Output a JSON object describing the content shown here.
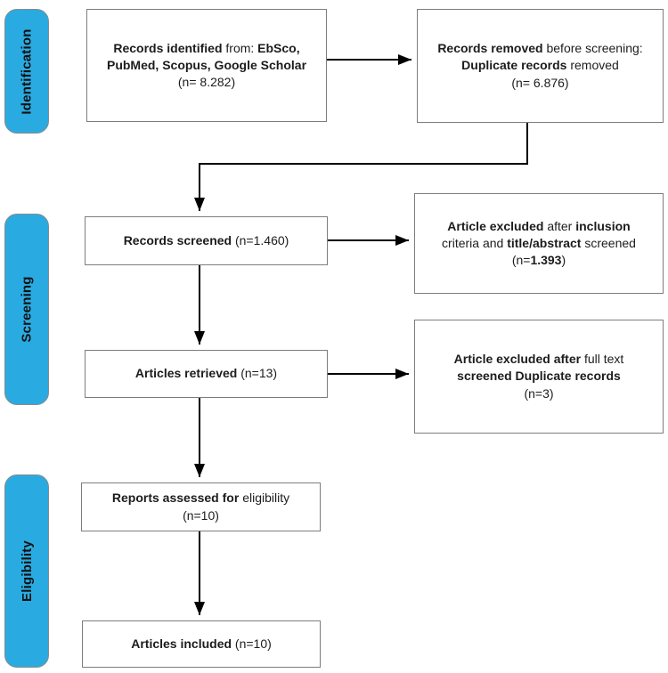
{
  "palette": {
    "stage_bar_blue": "#29ABE2",
    "box_border_gray": "#7d7d7d",
    "arrow_black": "#000000"
  },
  "stages": [
    {
      "label": "Identification"
    },
    {
      "label": "Screening"
    },
    {
      "label": "Eligibility"
    }
  ],
  "boxes": {
    "records_identified": {
      "runs": [
        {
          "t": "Records identified ",
          "b": true
        },
        {
          "t": "from: ",
          "b": false
        },
        {
          "t": "EbSco,\nPubMed, Scopus, Google Scholar",
          "b": true
        },
        {
          "t": "\n(n= 8.282)",
          "b": false
        }
      ]
    },
    "records_removed": {
      "runs": [
        {
          "t": "Records removed ",
          "b": true
        },
        {
          "t": "before screening:\n",
          "b": false
        },
        {
          "t": "Duplicate records ",
          "b": true
        },
        {
          "t": "removed",
          "b": false
        },
        {
          "t": "\n(n= 6.876)",
          "b": false
        }
      ]
    },
    "records_screened": {
      "runs": [
        {
          "t": "Records screened ",
          "b": true
        },
        {
          "t": "(n=1.460)",
          "b": false
        }
      ]
    },
    "excluded_title_abstract": {
      "runs": [
        {
          "t": "Article excluded ",
          "b": true
        },
        {
          "t": "after ",
          "b": false
        },
        {
          "t": "inclusion",
          "b": true
        },
        {
          "t": "\ncriteria and ",
          "b": false
        },
        {
          "t": "title/abstract ",
          "b": true
        },
        {
          "t": "screened",
          "b": false
        },
        {
          "t": "\n(n=",
          "b": false
        },
        {
          "t": "1.393",
          "b": true
        },
        {
          "t": ")",
          "b": false
        }
      ]
    },
    "articles_retrieved": {
      "runs": [
        {
          "t": "Articles retrieved ",
          "b": true
        },
        {
          "t": "(n=13)",
          "b": false
        }
      ]
    },
    "excluded_full_text": {
      "runs": [
        {
          "t": "Article excluded after ",
          "b": true
        },
        {
          "t": "full text",
          "b": false
        },
        {
          "t": "\n",
          "b": false
        },
        {
          "t": "screened Duplicate records",
          "b": true
        },
        {
          "t": "\n(n=3)",
          "b": false
        }
      ]
    },
    "reports_assessed": {
      "runs": [
        {
          "t": "Reports assessed for ",
          "b": true
        },
        {
          "t": "eligibility",
          "b": false
        },
        {
          "t": "\n(n=10)",
          "b": false
        }
      ]
    },
    "articles_included": {
      "runs": [
        {
          "t": "Articles included ",
          "b": true
        },
        {
          "t": "(n=10)",
          "b": false
        }
      ]
    }
  }
}
